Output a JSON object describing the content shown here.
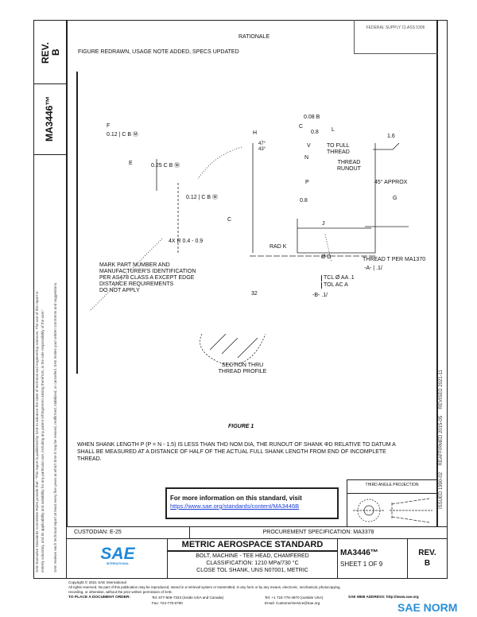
{
  "left_column": {
    "rev_label": "REV.",
    "rev_value": "B",
    "doc_number": "MA3446™",
    "disclaimer": [
      "SAE Executive Standards Committee Rules provide that: \"This report is published by SAE to advance the state of technical and engineering sciences. The use of this report is",
      "entirely voluntary, and its applicability and suitability for any particular use, including any patent infringement arising therefrom, is the sole responsibility of the user.\"",
      "SAE reviews each technical report at least every five years at which time it may be revised, reaffirmed, stabilized, or cancelled. SAE invites your written comments and suggestions."
    ]
  },
  "header": {
    "rationale_title": "RATIONALE",
    "rationale_text": "FIGURE REDRAWN, USAGE NOTE ADDED, SPECS UPDATED",
    "fsc_box": "FEDERAL SUPPLY CLASS 5306"
  },
  "right_strip": "ISSUED 1990-02     REAFFIRMED 2015-05     REVISED 2021-11",
  "drawing": {
    "labels": {
      "f": "F",
      "f_tol": "0.12 | C  B Ⓜ",
      "e": "E",
      "e_tol": "0.25  C  B Ⓜ",
      "tol_012": "0.12 | C  B Ⓜ",
      "c_left": "C",
      "c_top": "C",
      "tol_008": "0.08  B",
      "c_08": "0.8",
      "h": "H",
      "l": "L",
      "v": "V",
      "n": "N",
      "p": "P",
      "g": "G",
      "j": "J",
      "angle": "47°\n43°",
      "to_full_thread": "TO FULL\nTHREAD",
      "thread_runout": "THREAD\nRUNOUT",
      "approx_45": "45° APPROX",
      "finish_16": "1.6",
      "finish_08": "0.8",
      "radius": "4X R 0.4 - 0.9",
      "rad_k": "RAD K",
      "dia_d": "Ø D",
      "thread_t": "THREAD T PER MA1370",
      "datum_a": "-A- | .1/",
      "tcl_1": "TCL Ø AA .1",
      "tcl_2": "TOL AC A",
      "datum_b": "-B-  .1/",
      "finish_32": "32",
      "marking": "MARK PART NUMBER AND\nMANUFACTURER'S IDENTIFICATION\nPER AS478 CLASS A EXCEPT EDGE\nDISTANCE REQUIREMENTS\nDO NOT APPLY",
      "section": "SECTION THRU\nTHREAD PROFILE",
      "figure": "FIGURE 1"
    }
  },
  "note": "WHEN SHANK LENGTH P (P = N - 1.5) IS LESS THAN THD NOM DIA, THE RUNOUT OF SHANK ΦD RELATIVE TO DATUM A SHALL BE MEASURED AT A DISTANCE OF HALF OF THE ACTUAL FULL SHANK LENGTH FROM END OF INCOMPLETE THREAD.",
  "info_box": {
    "title": "For more information on this standard, visit",
    "link": "https://www.sae.org/standards/content/MA3446B"
  },
  "projection": {
    "label": "THIRD ANGLE PROJECTION"
  },
  "title_block": {
    "custodian": "CUSTODIAN: E-25",
    "procurement": "PROCUREMENT SPECIFICATION: MA3378",
    "logo": "SAE",
    "logo_sub": "INTERNATIONAL",
    "standard_title": "METRIC AEROSPACE STANDARD",
    "description": [
      "BOLT, MACHINE - TEE HEAD, CHAMFERED",
      "CLASSIFICATION: 1210 MPa/730 °C",
      "CLOSE TOL SHANK, UNS N07001, METRIC"
    ],
    "doc_number": "MA3446™",
    "sheet": "SHEET 1 OF 9",
    "rev_label": "REV.",
    "rev_value": "B"
  },
  "footer": {
    "copyright": "Copyright © 2021 SAE International",
    "rights": "All rights reserved. No part of this publication may be reproduced, stored in a retrieval system or transmitted, in any form or by any means, electronic, mechanical, photocopying,",
    "rights2": "recording, or otherwise, without the prior written permission of SAE.",
    "order": "TO PLACE A DOCUMENT ORDER:",
    "tel1": "Tel: 877-606-7323 (inside USA and Canada)",
    "fax": "Fax: 724-776-0790",
    "tel2": "Tel: +1 724-776-4970 (outside USA)",
    "email": "Email: CustomerService@sae.org",
    "web": "SAE WEB ADDRESS: http://www.sae.org"
  },
  "watermark": {
    "text": "SAE NORM",
    "color": "#2a8fd6"
  },
  "colors": {
    "sae_blue": "#1e88d8",
    "link": "#1a3fd6"
  }
}
